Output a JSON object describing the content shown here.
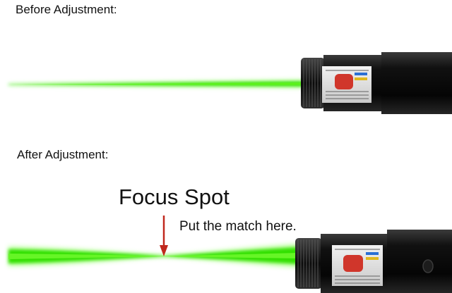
{
  "sections": {
    "before": {
      "heading": "Before Adjustment:"
    },
    "after": {
      "heading": "After Adjustment:",
      "focus_label": "Focus Spot",
      "instruction": "Put the match here."
    }
  },
  "colors": {
    "beam_core": "#33e000",
    "beam_glow": "#8cff5a",
    "arrow": "#c0281e",
    "laser_body": "#0d0d0d"
  },
  "icons": {
    "pointer_arrow": "down-arrow-icon",
    "device": "laser-pointer"
  }
}
